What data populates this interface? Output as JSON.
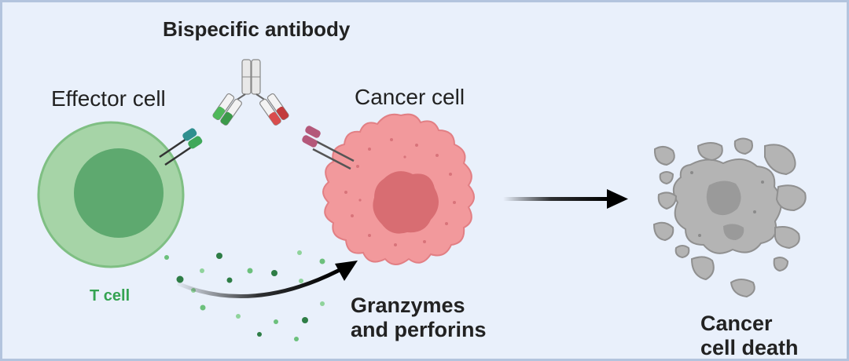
{
  "figure": {
    "title": "Bispecific antibody",
    "effector_label": "Effector cell",
    "cancer_label": "Cancer cell",
    "tcell_label": "T cell",
    "granzymes_label": "Granzymes\nand perforins",
    "death_label": "Cancer\ncell death"
  },
  "colors": {
    "background": "#e9f0fb",
    "border": "#b3c4de",
    "tcell_outer": "#a6d4a7",
    "tcell_nucleus": "#5ea96f",
    "tcell_label": "#35a352",
    "cancer_cell": "#f2999c",
    "cancer_nucleus": "#d86d72",
    "dead_cell": "#b4b4b4",
    "antibody_green": "#4fb85a",
    "antibody_red": "#d94d4d"
  },
  "icons": [
    "t-cell",
    "bispecific-antibody",
    "cancer-cell",
    "granule",
    "arrow",
    "dead-cell-fragments"
  ]
}
